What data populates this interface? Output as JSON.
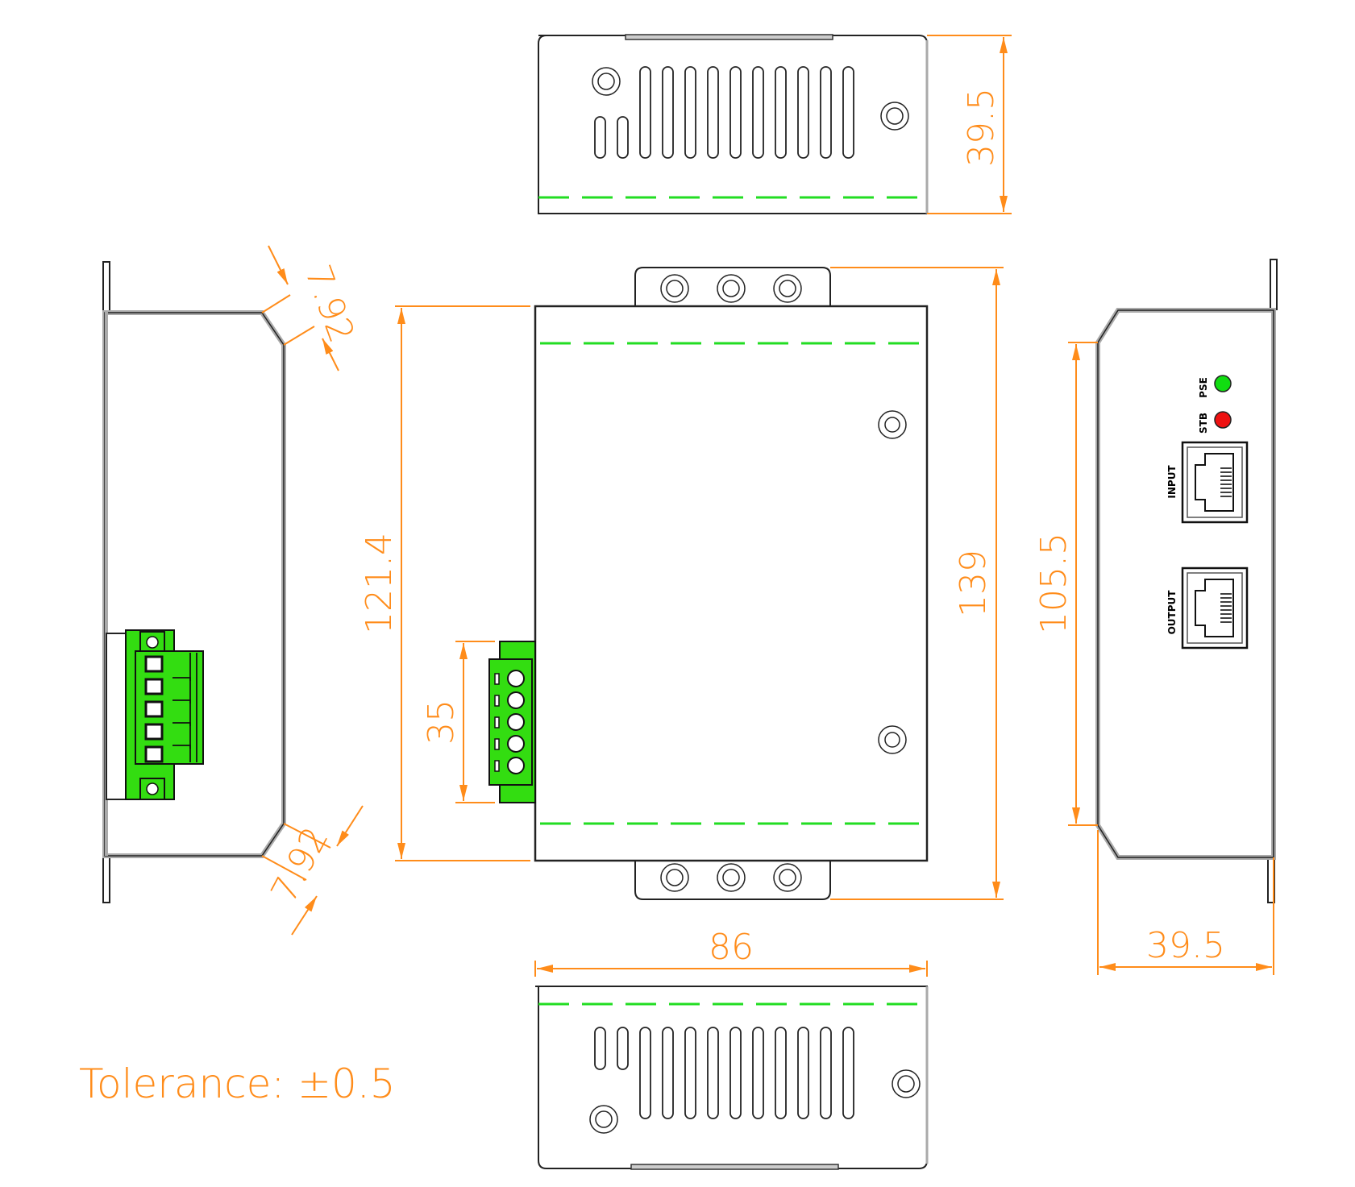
{
  "drawing": {
    "title": "Enclosure dimensional drawing",
    "units": "mm",
    "colors": {
      "dimension": "#ff8c1a",
      "hidden_line": "#22dd22",
      "terminal_block": "#33dd11",
      "led_pse": "#11dd11",
      "led_stb": "#ee1111",
      "outline": "#222222"
    },
    "dimensions": {
      "top_view_height": "39.5",
      "bottom_view_width": "86",
      "front_body_height": "121.4",
      "front_overall_height": "139",
      "terminal_pitch_span": "35",
      "right_view_inner_height": "105.5",
      "right_view_depth": "39.5",
      "chamfer_top": "7.92",
      "chamfer_bottom": "7.92"
    },
    "labels": {
      "led_pse": "PSE",
      "led_stb": "STB",
      "port_input": "INPUT",
      "port_output": "OUTPUT"
    },
    "tolerance": "Tolerance:  ±0.5",
    "vent_slots": {
      "long": 10,
      "short": 2
    },
    "mount_holes_per_flange": 3,
    "terminal_positions": 5
  }
}
